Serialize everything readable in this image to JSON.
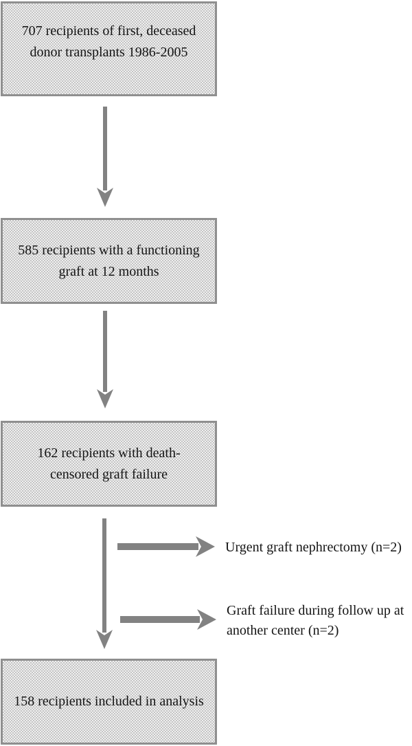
{
  "colors": {
    "background": "#ffffff",
    "box_fill_light": "#f0f0f0",
    "box_fill_dark": "#c4c4c4",
    "box_border": "#8f8f8f",
    "arrow": "#828282",
    "text": "#141414"
  },
  "boxes": [
    {
      "lines": [
        "707 recipients of first, deceased",
        "donor transplants 1986-2005"
      ]
    },
    {
      "lines": [
        "585 recipients with a functioning",
        "graft at 12 months"
      ]
    },
    {
      "lines": [
        "162 recipients with death-",
        "censored graft failure"
      ]
    },
    {
      "lines": [
        "158 recipients included in analysis"
      ]
    }
  ],
  "exclusions": [
    {
      "lines": [
        "Urgent graft nephrectomy (n=2)"
      ]
    },
    {
      "lines": [
        "Graft failure during follow up at",
        "another center (n=2)"
      ]
    }
  ]
}
